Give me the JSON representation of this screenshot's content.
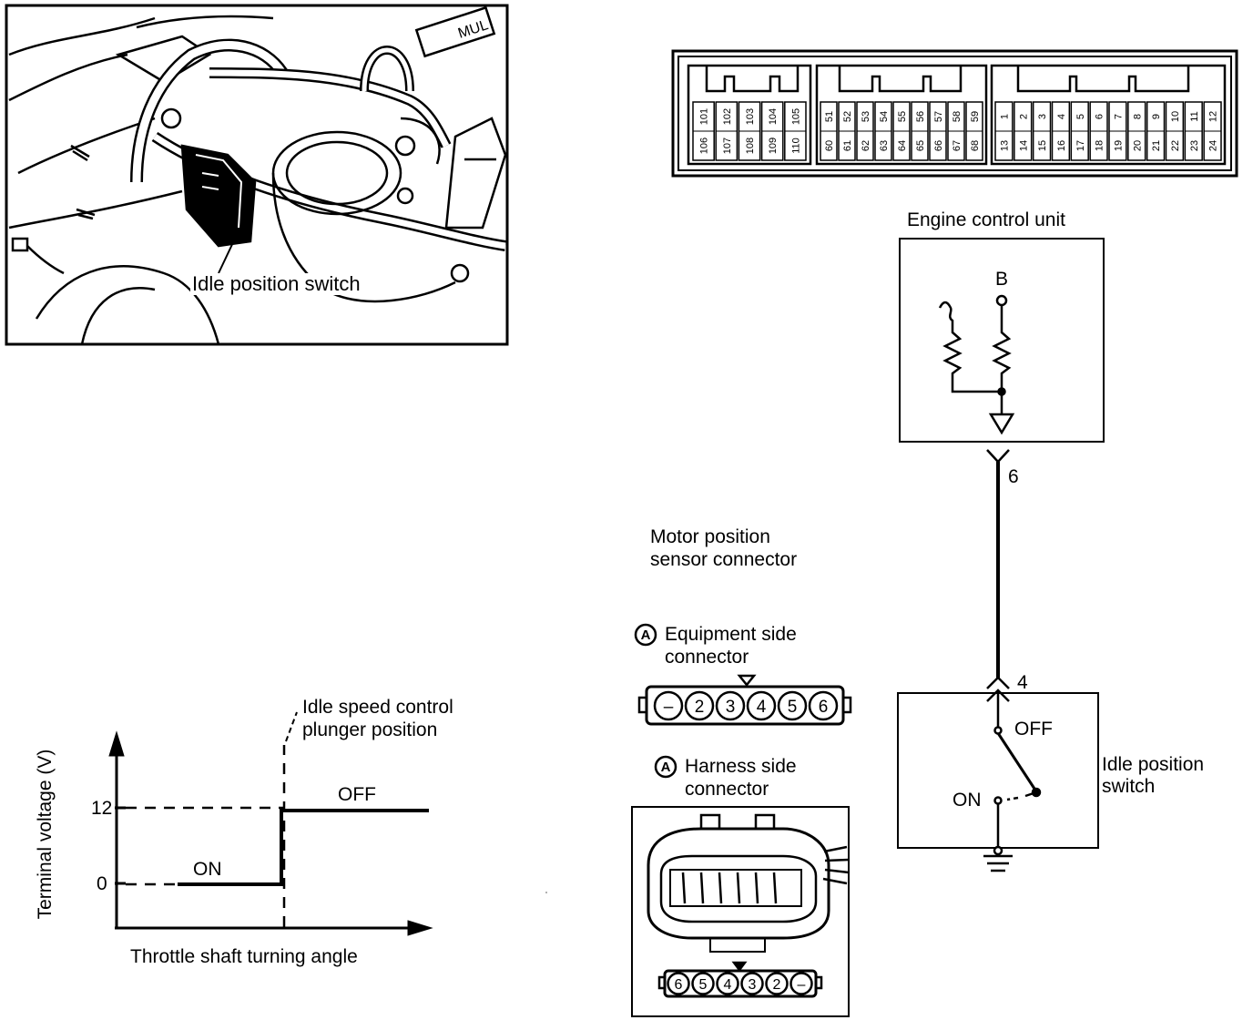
{
  "photo": {
    "callout": "Idle position switch",
    "engine_badge": "MUL"
  },
  "graph": {
    "ylabel": "Terminal voltage (V)",
    "xlabel": "Throttle shaft turning angle",
    "tick_high": "12",
    "tick_low": "0",
    "on_label": "ON",
    "off_label": "OFF",
    "annotation_line1": "Idle speed control",
    "annotation_line2": "plunger position"
  },
  "chart_data": {
    "type": "line",
    "title": "",
    "xlabel": "Throttle shaft turning angle",
    "ylabel": "Terminal voltage (V)",
    "yticks": [
      0,
      12
    ],
    "series": [
      {
        "name": "ON",
        "x": [
          0.3,
          0.7
        ],
        "y": [
          0,
          0
        ]
      },
      {
        "name": "OFF",
        "x": [
          0.7,
          1.2
        ],
        "y": [
          12,
          12
        ]
      }
    ],
    "annotations": [
      "Idle speed control plunger position"
    ]
  },
  "ecu_connector": {
    "group1": {
      "top": [
        "101",
        "102",
        "103",
        "104",
        "105"
      ],
      "bottom": [
        "106",
        "107",
        "108",
        "109",
        "110"
      ]
    },
    "group2": {
      "top": [
        "51",
        "52",
        "53",
        "54",
        "55",
        "56",
        "57",
        "58",
        "59"
      ],
      "bottom": [
        "60",
        "61",
        "62",
        "63",
        "64",
        "65",
        "66",
        "67",
        "68"
      ]
    },
    "group3": {
      "top": [
        "1",
        "2",
        "3",
        "4",
        "5",
        "6",
        "7",
        "8",
        "9",
        "10",
        "11",
        "12"
      ],
      "bottom": [
        "13",
        "14",
        "15",
        "16",
        "17",
        "18",
        "19",
        "20",
        "21",
        "22",
        "23",
        "24"
      ]
    }
  },
  "circuit": {
    "ecu_title": "Engine control unit",
    "supply_label": "B",
    "pin_ecu": "6",
    "pin_switch": "4",
    "off_label": "OFF",
    "on_label": "ON",
    "switch_name_line1": "Idle position",
    "switch_name_line2": "switch"
  },
  "connectors": {
    "title_line1": "Motor position",
    "title_line2": "sensor connector",
    "badge": "A",
    "equipment_line1": "Equipment side",
    "equipment_line2": "connector",
    "equipment_pins": [
      "–",
      "2",
      "3",
      "4",
      "5",
      "6"
    ],
    "harness_line1": "Harness side",
    "harness_line2": "connector",
    "harness_pins": [
      "6",
      "5",
      "4",
      "3",
      "2",
      "–"
    ]
  },
  "colors": {
    "ink": "#000000",
    "paper": "#ffffff"
  }
}
